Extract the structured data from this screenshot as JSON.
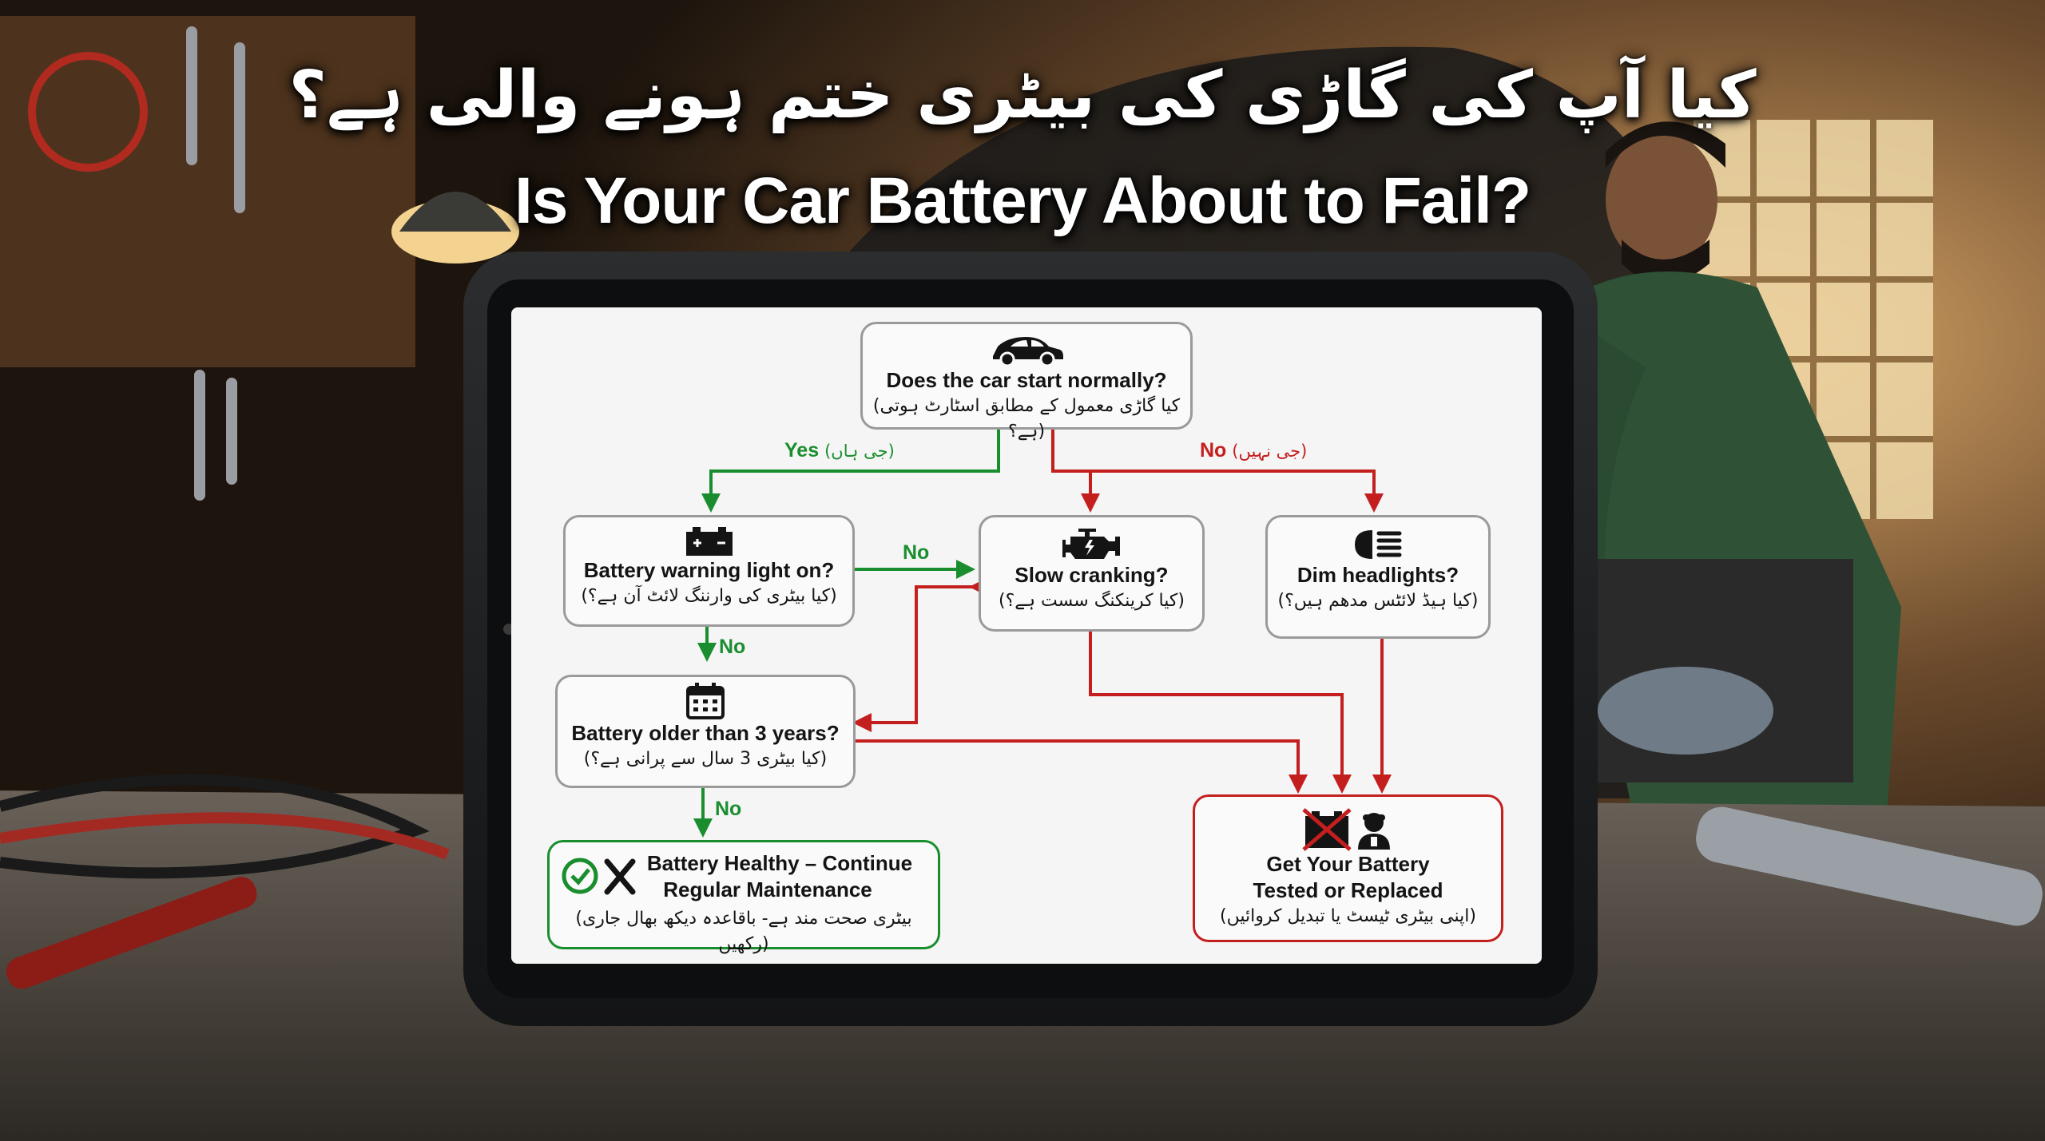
{
  "header": {
    "title_urdu": "کیا آپ کی گاڑی کی بیٹری ختم ہونے والی ہے؟",
    "title_english": "Is Your Car Battery About to Fail?"
  },
  "flowchart": {
    "start": {
      "en": "Does the car start normally?",
      "ur": "(کیا گاڑی معمول کے مطابق اسٹارٹ ہوتی ہے؟)",
      "icon": "car-icon"
    },
    "warning": {
      "en": "Battery warning light on?",
      "ur": "(کیا بیٹری کی وارننگ لائٹ آن ہے؟)",
      "icon": "battery-icon"
    },
    "cranking": {
      "en": "Slow cranking?",
      "ur": "(کیا کرینکنگ سست ہے؟)",
      "icon": "engine-icon"
    },
    "headlights": {
      "en": "Dim headlights?",
      "ur": "(کیا ہیڈ لائٹس مدھم ہیں؟)",
      "icon": "headlight-icon"
    },
    "older": {
      "en": "Battery older than 3 years?",
      "ur": "(کیا بیٹری 3 سال سے پرانی ہے؟)",
      "icon": "calendar-icon"
    },
    "healthy": {
      "en_line1": "Battery Healthy – Continue",
      "en_line2": "Regular Maintenance",
      "ur": "(بیٹری صحت مند ہے- باقاعدہ دیکھ بھال جاری رکھیں)",
      "icon": "check-tools-icon"
    },
    "replace": {
      "en_line1": "Get Your Battery",
      "en_line2": "Tested or Replaced",
      "ur": "(اپنی بیٹری ٹیسٹ یا تبدیل کروائیں)",
      "icon": "battery-mechanic-icon"
    },
    "labels": {
      "yes": "Yes",
      "yes_ur": "(جی ہاں)",
      "no_top": "No",
      "no_top_ur": "(جی نہیں)",
      "no_warning_right": "No",
      "no_warning_down": "No",
      "no_older_down": "No"
    },
    "colors": {
      "yes": "#1a8e2e",
      "no": "#c41f1f",
      "box_border": "#9a9a9a",
      "healthy_border": "#1a8e2e",
      "replace_border": "#c41f1f"
    }
  }
}
